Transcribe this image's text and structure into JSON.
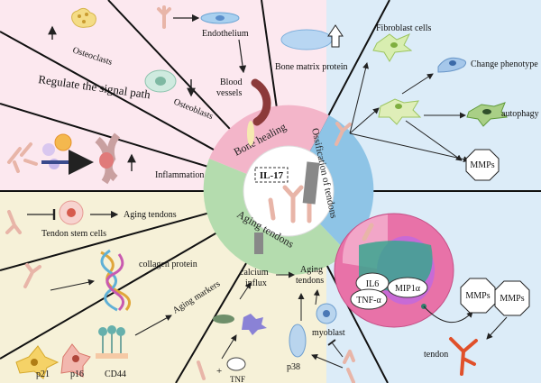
{
  "center": {
    "title": "IL-17"
  },
  "ring": {
    "bone_healing": "Bone healing",
    "ossification": "Ossification of tendons",
    "aging": "Aging tendons"
  },
  "bone_healing": {
    "endothelium": "Endothelium",
    "blood_vessels_line1": "Blood",
    "blood_vessels_line2": "vessels",
    "bone_matrix": "Bone matrix protein",
    "osteoclasts": "Osteoclasts",
    "osteoblasts": "Osteoblasts",
    "regulate": "Regulate the signal path",
    "inflammation": "Inflammation"
  },
  "ossification": {
    "fibroblast": "Fibroblast cells",
    "change_phenotype": "Change phenotype",
    "autophagy": "autophagy",
    "mmps_left": "MMPs",
    "il6": "IL6",
    "mip1a": "MIP1α",
    "tnf": "TNF-α",
    "mmps_a": "MMPs",
    "mmps_b": "MMPs",
    "tendon": "tendon"
  },
  "aging": {
    "tendon_stem": "Tendon stem cells",
    "aging_tendons_top": "Aging tendons",
    "collagen": "collagen protein",
    "aging_markers": "Aging markers",
    "p21": "p21",
    "p16": "p16",
    "cd44": "CD44",
    "calcium_line1": "calcium",
    "calcium_line2": "influx",
    "aging_tendons_mid_line1": "Aging",
    "aging_tendons_mid_line2": "tendons",
    "myoblast": "myoblast",
    "p38": "p38",
    "plus": "+",
    "tnf_bottom": "TNF"
  },
  "colors": {
    "bone_bg": "#fce8ef",
    "ossification_bg": "#dcecf8",
    "aging_bg": "#f6f1d8",
    "ring_bone": "#f3b5c9",
    "ring_ossification": "#8ec4e6",
    "ring_aging": "#b4dcae"
  }
}
